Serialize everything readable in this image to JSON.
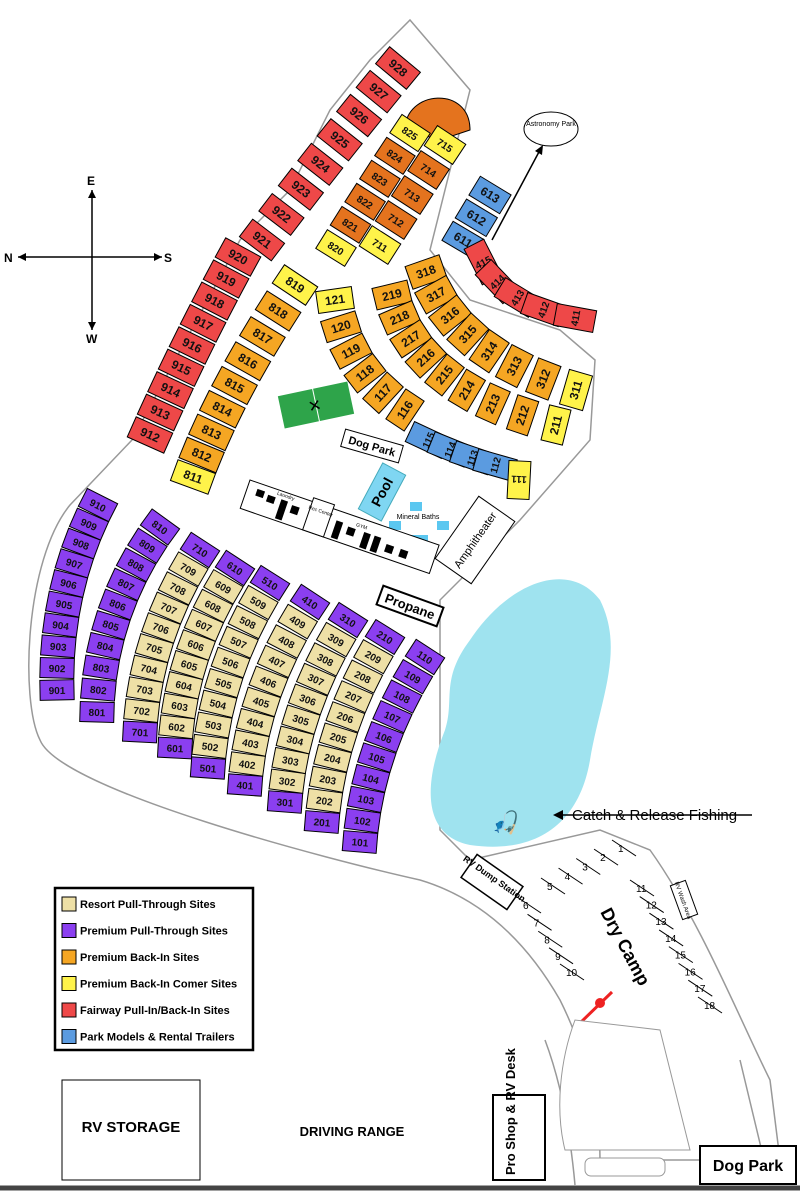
{
  "compass": {
    "north": "N",
    "south": "S",
    "east": "E",
    "west": "W"
  },
  "colors": {
    "resort_pull_through": "#eee0a6",
    "premium_pull_through": "#8b3ff0",
    "premium_back_in": "#f5a623",
    "premium_back_in_corner": "#fff34a",
    "fairway": "#ee4848",
    "park_models": "#5b9be0",
    "upper_loop": "#e4731e",
    "lake": "#9fe3ef",
    "pool": "#7fd6f2",
    "tennis": "#2ea44a"
  },
  "legend": {
    "items": [
      {
        "key": "resort_pull_through",
        "label": "Resort Pull-Through Sites"
      },
      {
        "key": "premium_pull_through",
        "label": "Premium Pull-Through Sites"
      },
      {
        "key": "premium_back_in",
        "label": "Premium Back-In Sites"
      },
      {
        "key": "premium_back_in_corner",
        "label": "Premium Back-In Comer Sites"
      },
      {
        "key": "fairway",
        "label": "Fairway Pull-In/Back-In Sites"
      },
      {
        "key": "park_models",
        "label": "Park Models & Rental Trailers"
      }
    ]
  },
  "site_groups": [
    {
      "id": "g900a",
      "category": "fairway",
      "sites": [
        "912",
        "913",
        "914",
        "915",
        "916",
        "917",
        "918",
        "919",
        "920"
      ]
    },
    {
      "id": "g900b",
      "category": "fairway",
      "sites": [
        "921",
        "922",
        "923",
        "924",
        "925",
        "926",
        "927",
        "928"
      ]
    },
    {
      "id": "g800",
      "category": "premium_back_in",
      "end_category": "premium_back_in_corner",
      "sites": [
        "811",
        "812",
        "813",
        "814",
        "815",
        "816",
        "817",
        "818",
        "819"
      ]
    },
    {
      "id": "g820",
      "category": "upper_loop",
      "first_category": "premium_back_in_corner",
      "last_category": "premium_back_in_corner",
      "sites": [
        "820",
        "821",
        "822",
        "823",
        "824",
        "825"
      ]
    },
    {
      "id": "g710",
      "category": "upper_loop",
      "first_category": "premium_back_in_corner",
      "last_category": "premium_back_in_corner",
      "sites": [
        "711",
        "712",
        "713",
        "714",
        "715"
      ]
    },
    {
      "id": "g120",
      "category": "premium_back_in",
      "first_category": "premium_back_in_corner",
      "sites": [
        "121",
        "120",
        "119",
        "118",
        "117",
        "116"
      ]
    },
    {
      "id": "g115",
      "category": "park_models",
      "sites": [
        "115",
        "114",
        "113",
        "112"
      ]
    },
    {
      "id": "g111",
      "category": "premium_back_in_corner",
      "sites": [
        "111"
      ]
    },
    {
      "id": "g219",
      "category": "premium_back_in",
      "end_category": "premium_back_in_corner",
      "sites": [
        "219",
        "218",
        "217",
        "216",
        "215",
        "214",
        "213",
        "212",
        "211"
      ]
    },
    {
      "id": "g318",
      "category": "premium_back_in",
      "end_category": "premium_back_in_corner",
      "sites": [
        "318",
        "317",
        "316",
        "315",
        "314",
        "313",
        "312",
        "311"
      ]
    },
    {
      "id": "g611",
      "category": "park_models",
      "sites": [
        "611",
        "612",
        "613"
      ]
    },
    {
      "id": "g415",
      "category": "fairway",
      "sites": [
        "415",
        "414",
        "413",
        "412",
        "411"
      ]
    },
    {
      "id": "g901",
      "category": "premium_pull_through",
      "sites": [
        "901",
        "902",
        "903",
        "904",
        "905",
        "906",
        "907",
        "908",
        "909",
        "910"
      ]
    },
    {
      "id": "g801",
      "category": "premium_pull_through",
      "sites": [
        "801",
        "802",
        "803",
        "804",
        "805",
        "806",
        "807",
        "808",
        "809",
        "810"
      ]
    },
    {
      "id": "g701",
      "category": "resort_pull_through",
      "end_category": "premium_pull_through",
      "sites": [
        "701",
        "702",
        "703",
        "704",
        "705",
        "706",
        "707",
        "708",
        "709",
        "710"
      ]
    },
    {
      "id": "g601",
      "category": "resort_pull_through",
      "end_category": "premium_pull_through",
      "sites": [
        "601",
        "602",
        "603",
        "604",
        "605",
        "606",
        "607",
        "608",
        "609",
        "610"
      ]
    },
    {
      "id": "g501",
      "category": "resort_pull_through",
      "end_category": "premium_pull_through",
      "sites": [
        "501",
        "502",
        "503",
        "504",
        "505",
        "506",
        "507",
        "508",
        "509",
        "510"
      ]
    },
    {
      "id": "g401",
      "category": "resort_pull_through",
      "end_category": "premium_pull_through",
      "sites": [
        "401",
        "402",
        "403",
        "404",
        "405",
        "406",
        "407",
        "408",
        "409",
        "410"
      ]
    },
    {
      "id": "g301",
      "category": "resort_pull_through",
      "end_category": "premium_pull_through",
      "sites": [
        "301",
        "302",
        "303",
        "304",
        "305",
        "306",
        "307",
        "308",
        "309",
        "310"
      ]
    },
    {
      "id": "g201",
      "category": "resort_pull_through",
      "end_category": "premium_pull_through",
      "sites": [
        "201",
        "202",
        "203",
        "204",
        "205",
        "206",
        "207",
        "208",
        "209",
        "210"
      ]
    },
    {
      "id": "g101",
      "category": "premium_pull_through",
      "sites": [
        "101",
        "102",
        "103",
        "104",
        "105",
        "106",
        "107",
        "108",
        "109",
        "110"
      ]
    },
    {
      "id": "dry1",
      "category": "dry_camp",
      "sites": [
        "1",
        "2",
        "3",
        "4",
        "5"
      ]
    },
    {
      "id": "dry6",
      "category": "dry_camp",
      "sites": [
        "6",
        "7",
        "8",
        "9",
        "10"
      ]
    },
    {
      "id": "dry11",
      "category": "dry_camp",
      "sites": [
        "11",
        "12",
        "13",
        "14",
        "15",
        "16",
        "17",
        "18"
      ]
    }
  ],
  "amenities": {
    "astronomy_park": "Astronomy Park",
    "dog_park": "Dog Park",
    "pool": "Pool",
    "mineral_baths": "Mineral Baths",
    "amphitheater": "Amphitheater",
    "laundry": "Laundry",
    "rec_center": "Rec Center",
    "gym": "GYM",
    "propane": "Propane",
    "fishing": "Catch & Release Fishing",
    "rv_dump": "RV Dump Station",
    "rv_wash": "RV Wash Area",
    "dry_camp": "Dry Camp",
    "pro_shop": "Pro Shop & RV Desk",
    "rv_storage": "RV STORAGE",
    "driving_range": "DRIVING RANGE",
    "dog_park_bottom": "Dog Park"
  }
}
